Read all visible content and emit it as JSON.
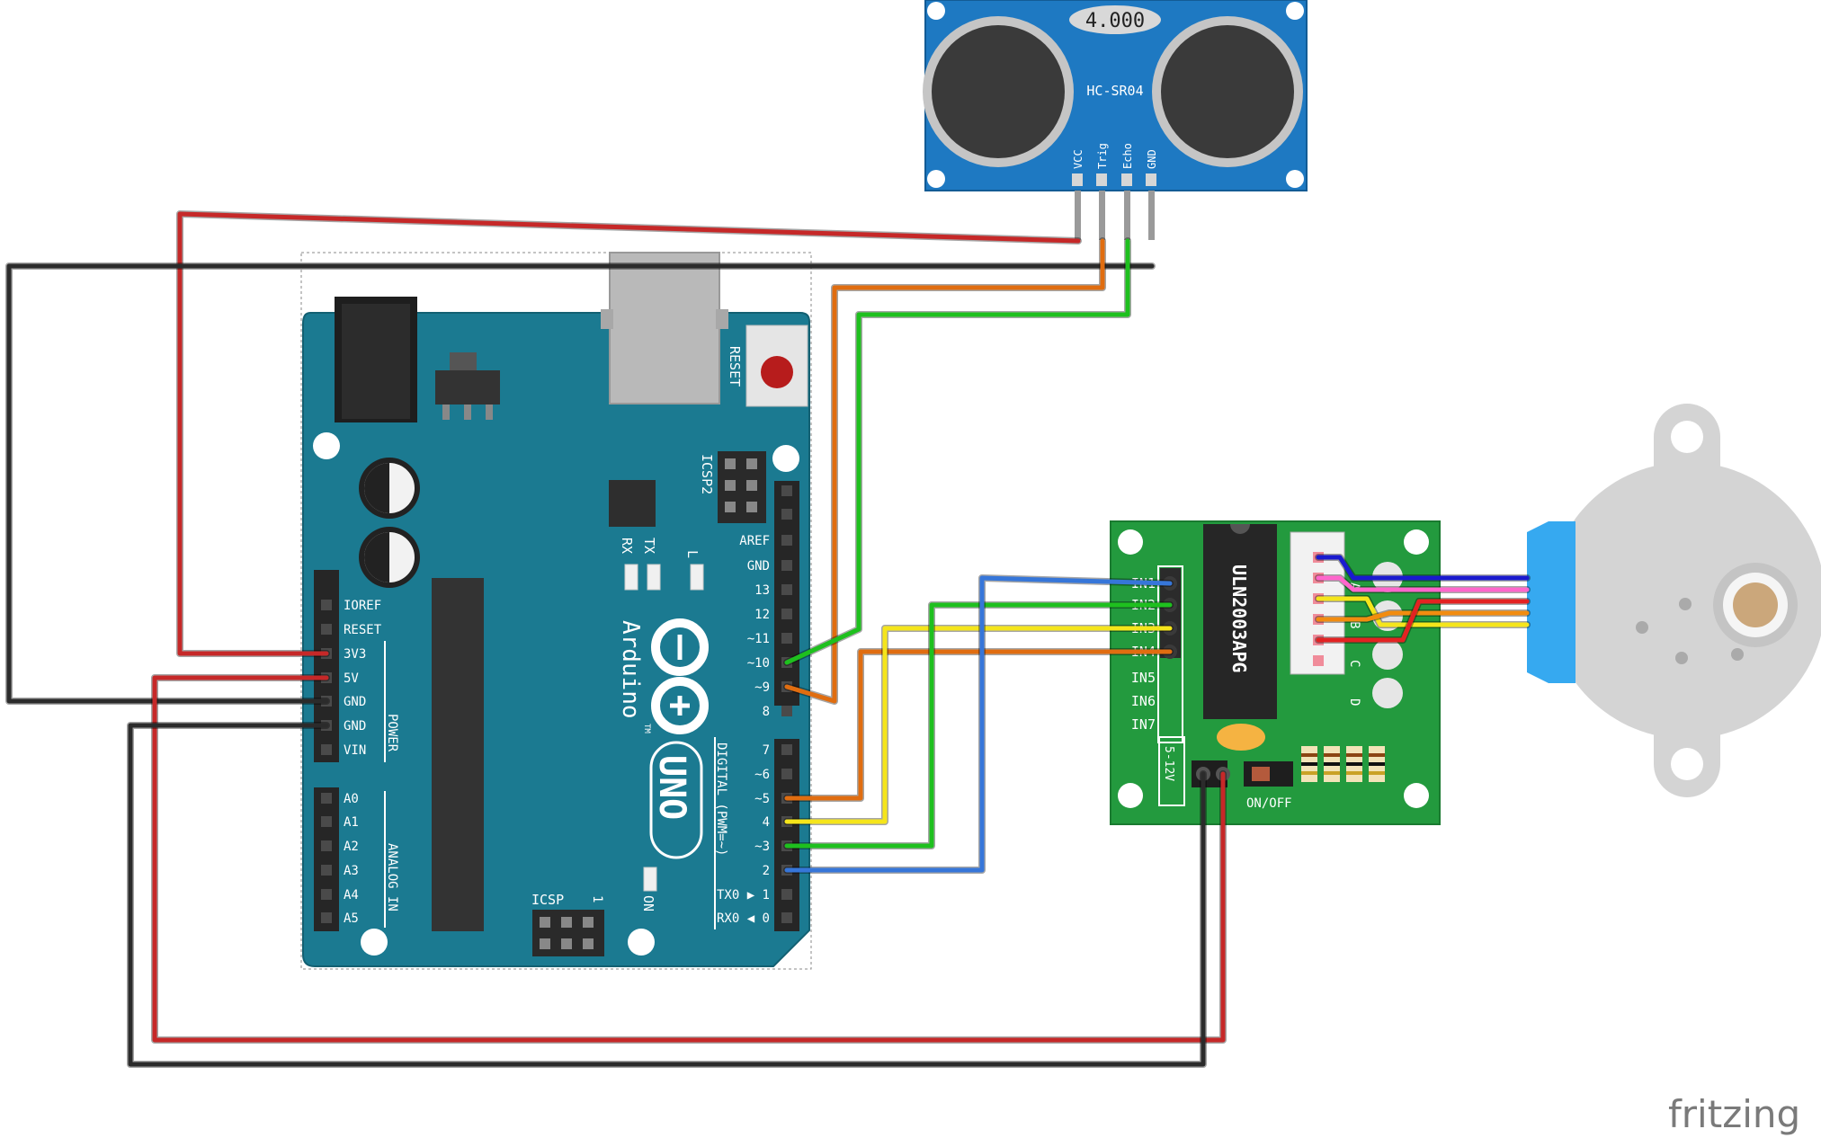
{
  "diagram": {
    "ultrasonic": {
      "model": "HC-SR04",
      "crystal": "4.000",
      "pins": [
        "VCC",
        "Trig",
        "Echo",
        "GND"
      ]
    },
    "arduino": {
      "reset_label": "RESET",
      "icsp2_label": "ICSP2",
      "icsp_label": "ICSP",
      "icsp_number": "1",
      "tx_label": "TX",
      "rx_label": "RX",
      "l_label": "L",
      "on_label": "ON",
      "brand": "Arduino",
      "tm": "TM",
      "model": "UNO",
      "digital_label": "DIGITAL (PWM=~)",
      "power_label": "POWER",
      "analog_label": "ANALOG IN",
      "power_pins": [
        "IOREF",
        "RESET",
        "3V3",
        "5V",
        "GND",
        "GND",
        "VIN"
      ],
      "analog_pins": [
        "A0",
        "A1",
        "A2",
        "A3",
        "A4",
        "A5"
      ],
      "digital_top": [
        "AREF",
        "GND",
        "13",
        "12",
        "~11",
        "~10",
        "~9",
        "8"
      ],
      "digital_bottom": [
        "7",
        "~6",
        "~5",
        "4",
        "~3",
        "2",
        "TX0 ▶ 1",
        "RX0 ◀ 0"
      ]
    },
    "driver": {
      "chip": "ULN2003APG",
      "inputs": [
        "IN1",
        "IN2",
        "IN3",
        "IN4",
        "IN5",
        "IN6",
        "IN7"
      ],
      "led_labels": [
        "A",
        "B",
        "C",
        "D"
      ],
      "voltage": "5-12V",
      "switch_label": "ON/OFF"
    },
    "watermark": "fritzing"
  }
}
